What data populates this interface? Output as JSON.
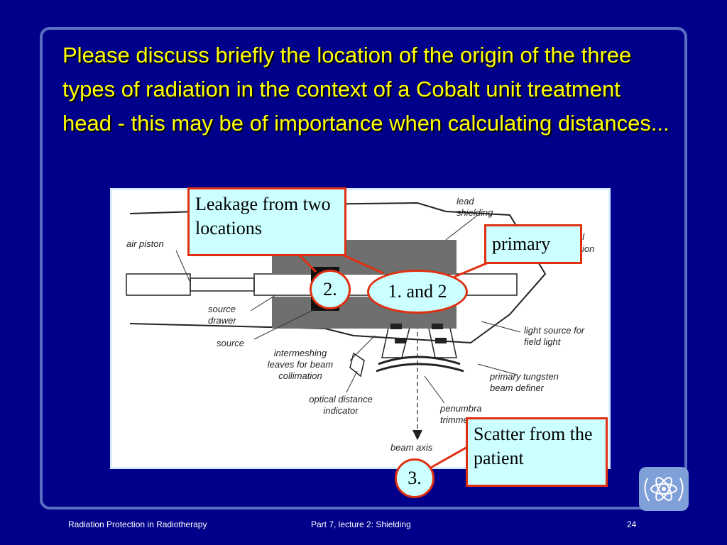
{
  "slide": {
    "title": "Please discuss briefly the location of the origin of the three types of radiation in the context of a Cobalt unit treatment head - this may be of importance when calculating distances..."
  },
  "diagram": {
    "labels": {
      "lead_shielding": "lead shielding",
      "air_piston": "air piston",
      "source_drawer": "source drawer",
      "source": "source",
      "intermeshing_leaves": "intermeshing leaves for beam collimation",
      "optical_distance_indicator": "optical distance indicator",
      "penumbra_trimmers": "penumbra trimmers",
      "beam_axis": "beam axis",
      "light_source": "light source for field light",
      "primary_tungsten": "primary tungsten beam definer",
      "partial_right_1": "al",
      "partial_right_2": "ion"
    }
  },
  "callouts": {
    "leakage": "Leakage from two locations",
    "primary": "primary",
    "marker_2": "2.",
    "marker_1_and_2": "1. and 2",
    "scatter": "Scatter from the patient",
    "marker_3": "3."
  },
  "colors": {
    "background": "#00008a",
    "title": "#ffff00",
    "callout_fill": "#ccffff",
    "callout_border": "#e03010"
  },
  "icons": {
    "logo": "iaea-atom-olive-wreath-icon"
  },
  "footer": {
    "left": "Radiation Protection in Radiotherapy",
    "center": "Part 7, lecture 2: Shielding",
    "page": "24"
  }
}
